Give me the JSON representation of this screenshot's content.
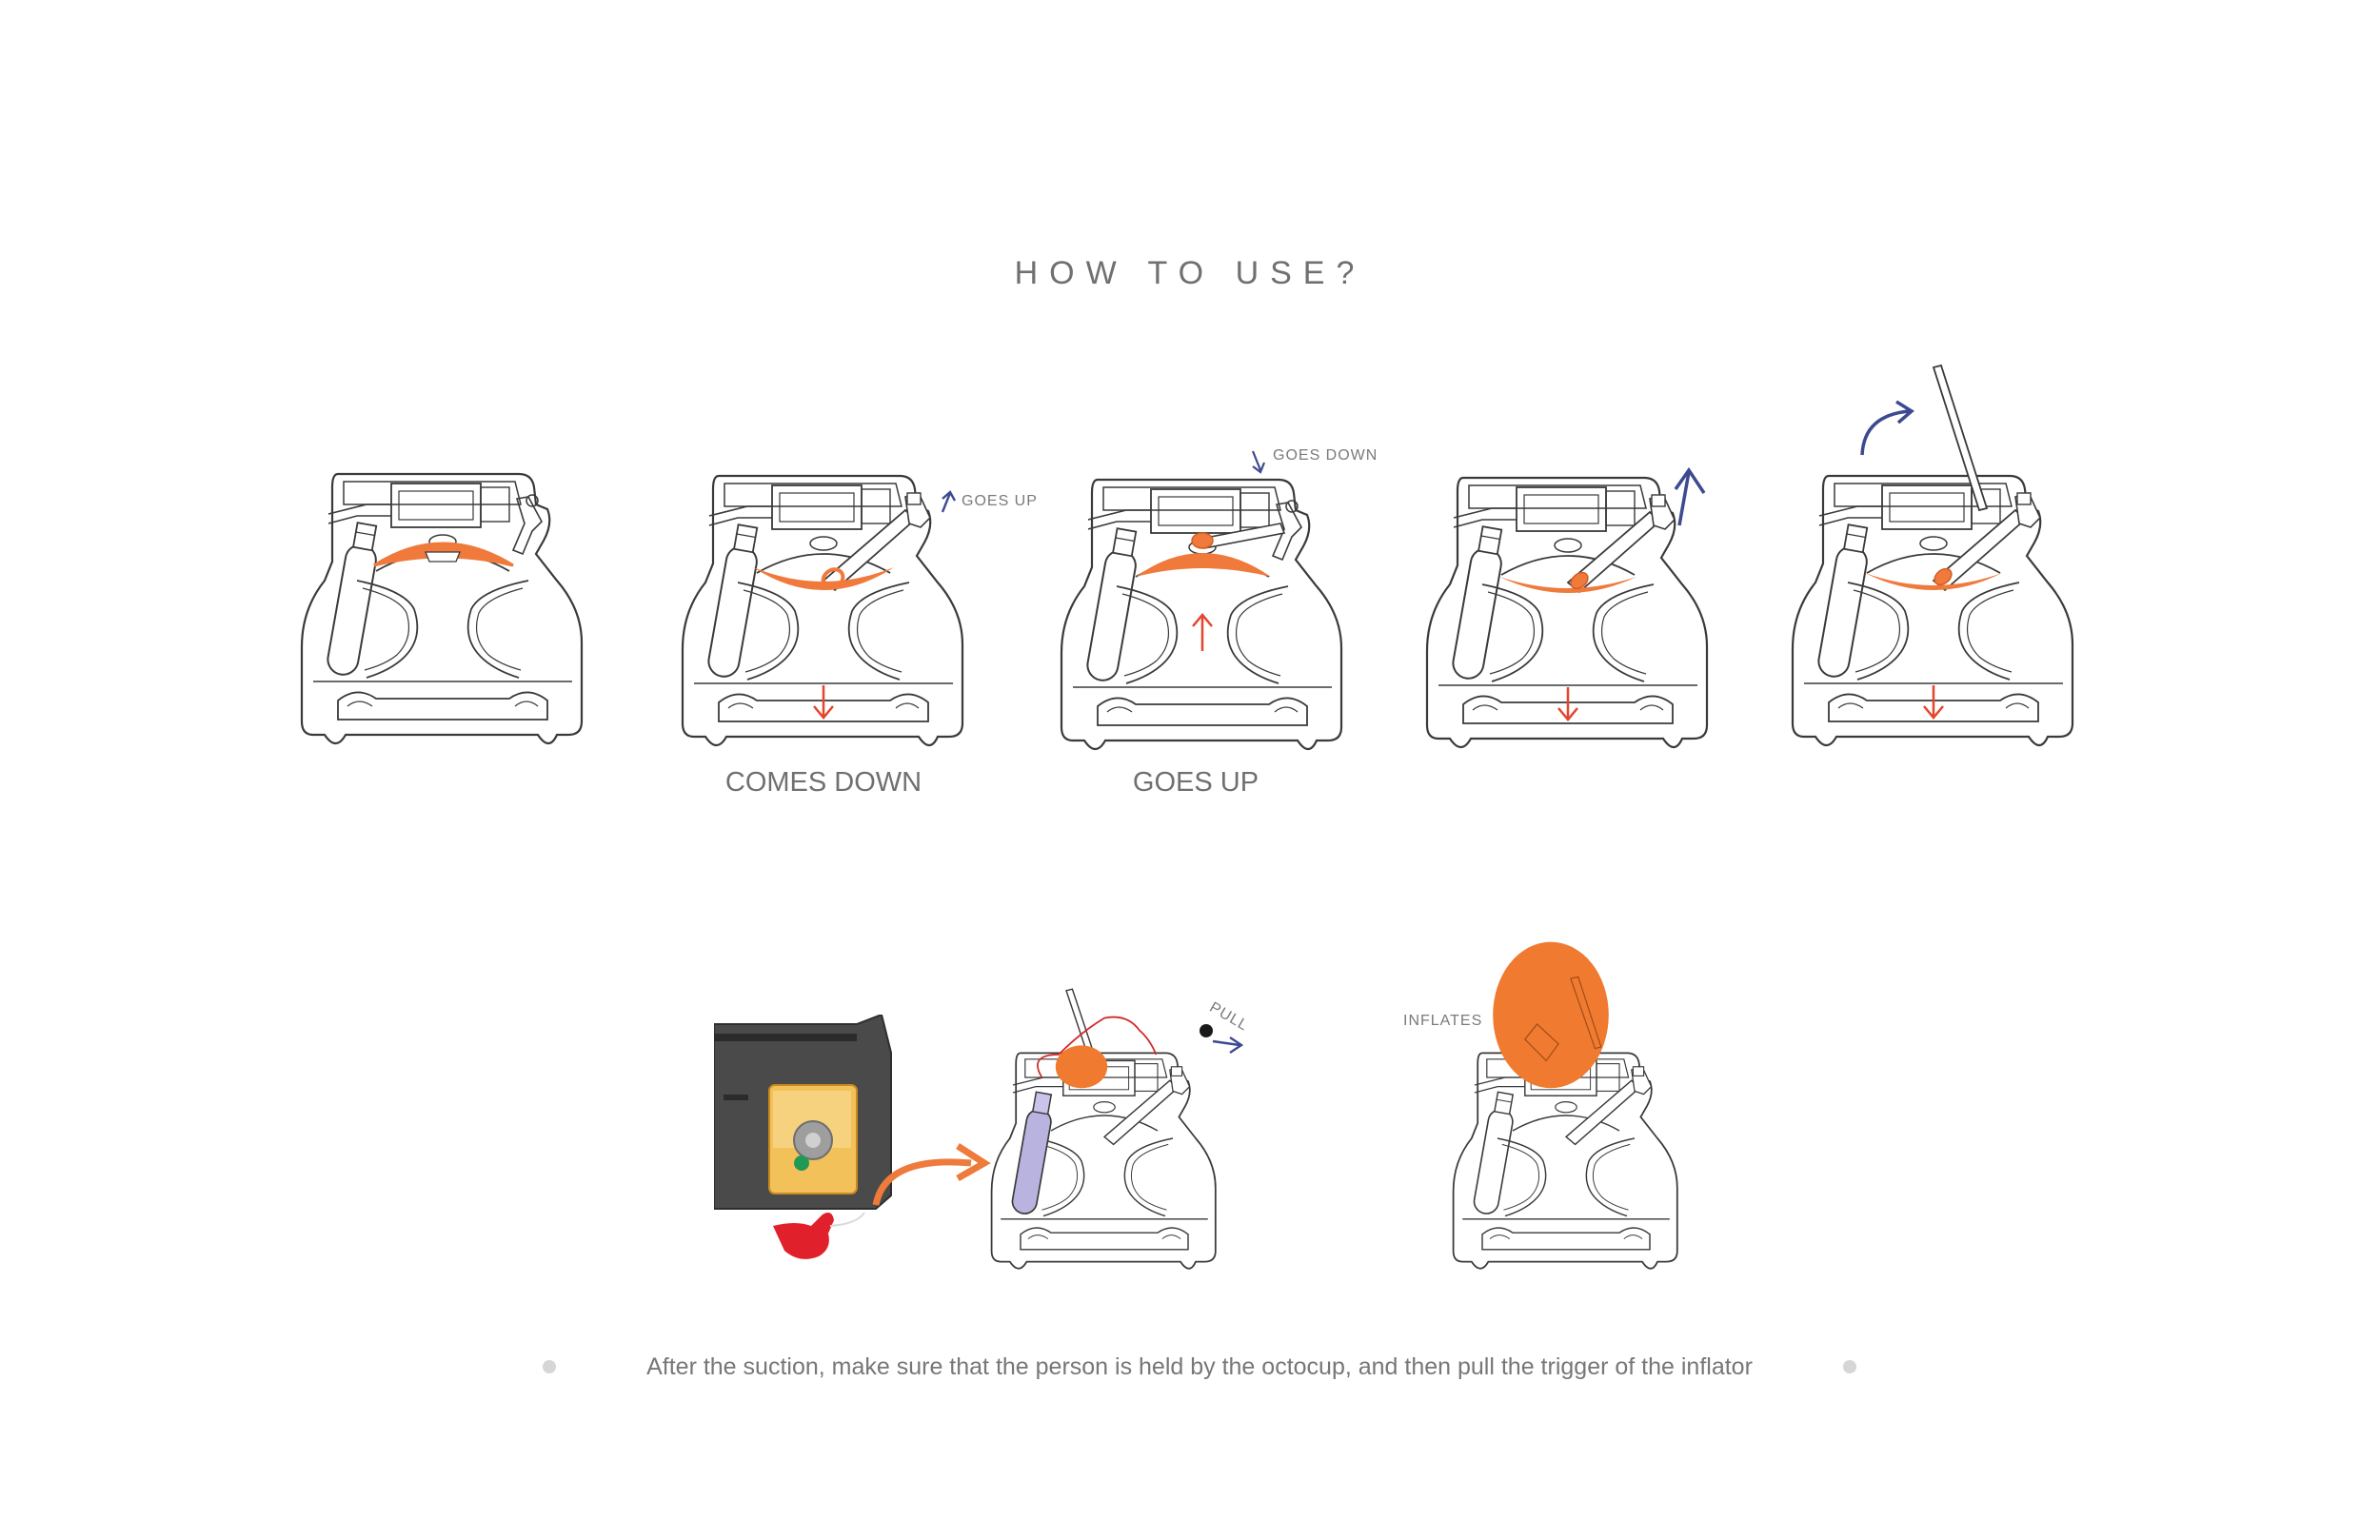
{
  "title": "HOW TO USE?",
  "step_labels": {
    "comes_down": "COMES DOWN",
    "goes_up": "GOES UP"
  },
  "annotations": {
    "goes_up_small": "GOES UP",
    "goes_down_small": "GOES DOWN",
    "pull": "PULL",
    "inflates": "INFLATES"
  },
  "caption": "After the suction, make sure that the person is held by the octocup, and then pull the trigger of the inflator",
  "colors": {
    "outline": "#3a3a3a",
    "orange": "#ef7a3c",
    "red_arrow": "#e4452e",
    "blue_arrow": "#3d4a8f",
    "inflated": "#f07a2f",
    "cylinder_purple": "#b9b3e0",
    "bag": "#4a4a4a",
    "trigger_red": "#e0212b"
  },
  "icons": [
    "arrow-up-icon",
    "arrow-down-icon",
    "curved-arrow-icon",
    "pull-cord-icon"
  ]
}
